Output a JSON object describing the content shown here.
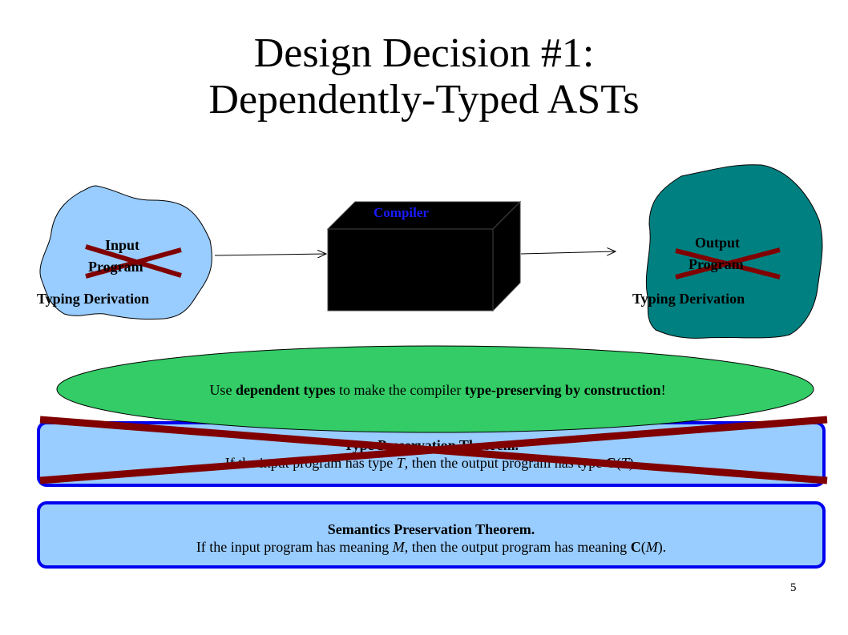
{
  "slide": {
    "title_line1": "Design Decision #1:",
    "title_line2": "Dependently-Typed ASTs",
    "page_number": "5"
  },
  "diagram": {
    "input_cloud": {
      "label_line1": "Input",
      "label_line2": "Program",
      "sublabel": "Typing Derivation",
      "fill": "#99ccff"
    },
    "compiler": {
      "label": "Compiler",
      "fill": "#000000",
      "label_color": "#1a1aff"
    },
    "output_cloud": {
      "label_line1": "Output",
      "label_line2": "Program",
      "sublabel": "Typing Derivation",
      "fill": "#008080"
    },
    "cross_color": "#800000"
  },
  "callout": {
    "fill": "#33cc66",
    "text_parts": [
      {
        "text": "Use ",
        "bold": false
      },
      {
        "text": "dependent types",
        "bold": true
      },
      {
        "text": " to make the compiler ",
        "bold": false
      },
      {
        "text": "type-preserving by construction",
        "bold": true
      },
      {
        "text": "!",
        "bold": false
      }
    ]
  },
  "type_theorem": {
    "title": "Type Preservation Theorem.",
    "body_parts": [
      {
        "text": "If the input program has type ",
        "style": "normal"
      },
      {
        "text": "T",
        "style": "italic"
      },
      {
        "text": ", then the output program has type ",
        "style": "normal"
      },
      {
        "text": "C",
        "style": "bold"
      },
      {
        "text": "(",
        "style": "normal"
      },
      {
        "text": "T",
        "style": "italic"
      },
      {
        "text": ").",
        "style": "normal"
      }
    ]
  },
  "semantics_theorem": {
    "title": "Semantics Preservation Theorem.",
    "body_parts": [
      {
        "text": "If the input program has meaning ",
        "style": "normal"
      },
      {
        "text": "M",
        "style": "italic"
      },
      {
        "text": ", then the output program has meaning ",
        "style": "normal"
      },
      {
        "text": "C",
        "style": "bold"
      },
      {
        "text": "(",
        "style": "normal"
      },
      {
        "text": "M",
        "style": "italic"
      },
      {
        "text": ").",
        "style": "normal"
      }
    ]
  }
}
